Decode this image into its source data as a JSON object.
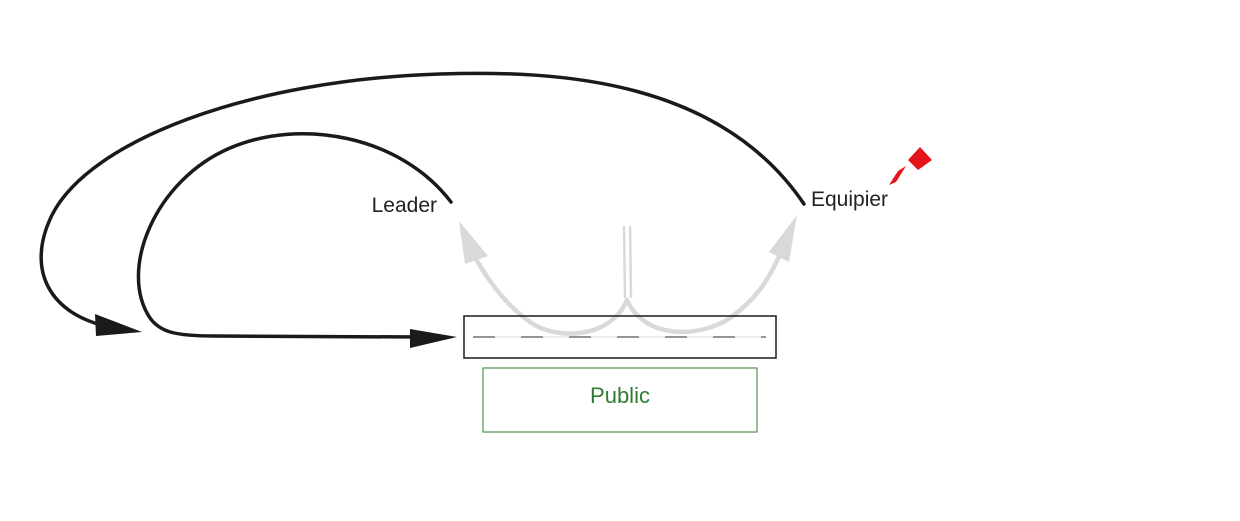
{
  "labels": {
    "leader": "Leader",
    "equipier": "Equipier",
    "public": "Public"
  },
  "colors": {
    "stroke": "#1a1a1a",
    "grey_arrow": "#d9d9d9",
    "public": "#2e7d32",
    "marker": "#e3151a"
  }
}
